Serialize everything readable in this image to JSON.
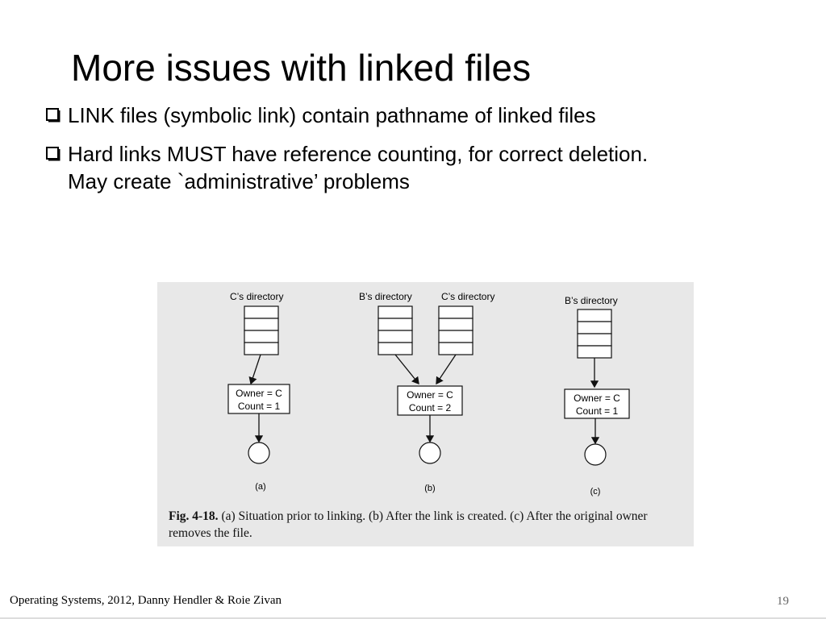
{
  "slide": {
    "title": "More issues with linked files",
    "bullets": [
      {
        "lines": [
          "LINK files (symbolic link) contain pathname of linked files"
        ]
      },
      {
        "lines": [
          "Hard links MUST have reference counting, for correct deletion.",
          "May create `administrative’ problems"
        ]
      }
    ]
  },
  "figure": {
    "panels": [
      {
        "label": "(a)",
        "directories": [
          "C’s directory"
        ],
        "inode": [
          "Owner = C",
          "Count = 1"
        ]
      },
      {
        "label": "(b)",
        "directories": [
          "B’s directory",
          "C’s directory"
        ],
        "inode": [
          "Owner = C",
          "Count = 2"
        ]
      },
      {
        "label": "(c)",
        "directories": [
          "B’s directory"
        ],
        "inode": [
          "Owner = C",
          "Count = 1"
        ]
      }
    ],
    "caption_bold": "Fig. 4-18.",
    "caption_text": " (a) Situation prior to linking. (b) After the link is created. (c) After the original owner removes the file."
  },
  "footer": {
    "left": "Operating Systems, 2012, Danny Hendler & Roie Zivan",
    "page_number": "19"
  }
}
